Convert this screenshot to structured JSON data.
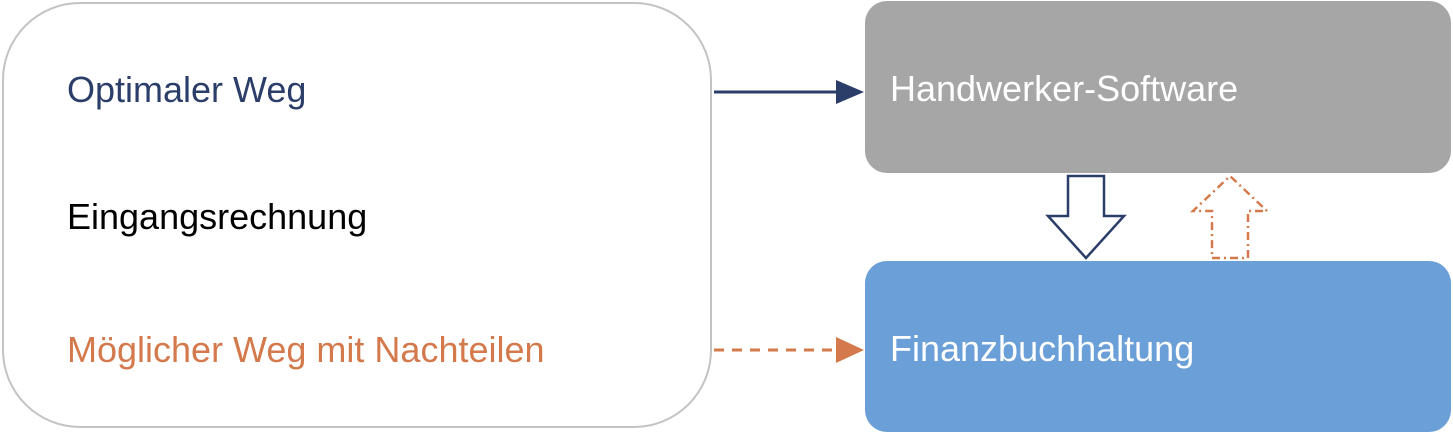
{
  "left_panel": {
    "optimal_path": "Optimaler Weg",
    "incoming_invoice": "Eingangsrechnung",
    "possible_path": "Möglicher Weg mit Nachteilen"
  },
  "right_boxes": {
    "software": "Handwerker-Software",
    "finance": "Finanzbuchhaltung"
  },
  "colors": {
    "optimal": "#2b3d69",
    "possible": "#d4794b",
    "incoming": "#000000",
    "software_box": "#a6a6a6",
    "finance_box": "#6a9fd8",
    "panel_border": "#c3c3c3"
  }
}
